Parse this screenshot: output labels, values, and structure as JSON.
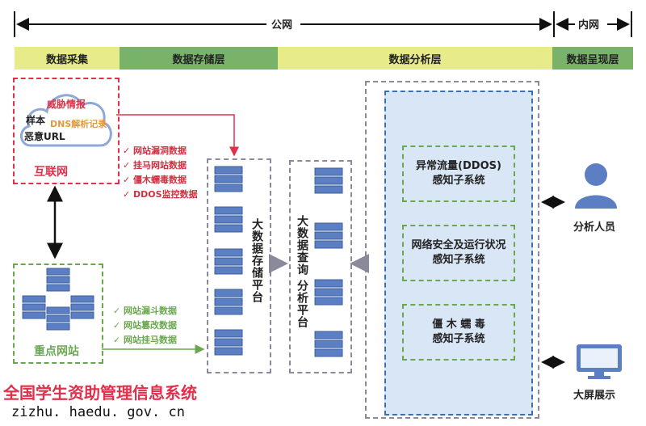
{
  "top": {
    "public_net": "公网",
    "private_net": "内网"
  },
  "bands": {
    "collect": "数据采集",
    "storage": "数据存储层",
    "analysis": "数据分析层",
    "present": "数据呈现层"
  },
  "cloud": {
    "threat": "威胁情报",
    "sample": "样本",
    "dns": "DNS解析记录",
    "url": "恶意URL"
  },
  "internet_label": "互联网",
  "internet_items": [
    "网站漏洞数据",
    "挂马网站数据",
    "僵木蠕毒数据",
    "DDOS监控数据"
  ],
  "key_sites_label": "重点网站",
  "key_site_items": [
    "网站漏斗数据",
    "网站篡改数据",
    "网站挂马数据"
  ],
  "storage_platform": "大数据存储平台",
  "query_platform_1": "大数据查询",
  "query_platform_2": "分析平台",
  "subsystems": {
    "ddos_1": "异常流量(DDOS)",
    "ddos_2": "感知子系统",
    "net_1": "网络安全及运行状况",
    "net_2": "感知子系统",
    "worm_1": "僵 木 蠕 毒",
    "worm_2": "感知子系统"
  },
  "analyst": "分析人员",
  "screen": "大屏展示",
  "footer": {
    "title": "全国学生资助管理信息系统",
    "url": "zizhu. haedu. gov. cn"
  },
  "colors": {
    "red": "#e0304a",
    "green": "#6aa84f",
    "blue": "#3d6fb3",
    "gray": "#8a8a9a"
  }
}
